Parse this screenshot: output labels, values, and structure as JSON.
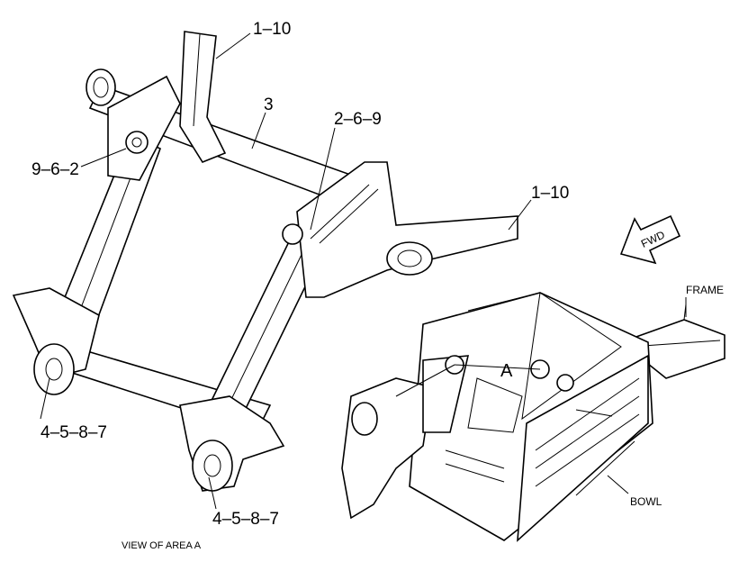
{
  "callouts": {
    "c_top": "1–10",
    "c_center": "3",
    "c_upper_mid": "2–6–9",
    "c_right": "1–10",
    "c_left": "9–6–2",
    "c_bottom_left": "4–5–8–7",
    "c_bottom_mid": "4–5–8–7"
  },
  "labels": {
    "fwd": "FWD",
    "frame": "FRAME",
    "bowl": "BOWL",
    "area": "A",
    "caption": "VIEW OF AREA A"
  }
}
